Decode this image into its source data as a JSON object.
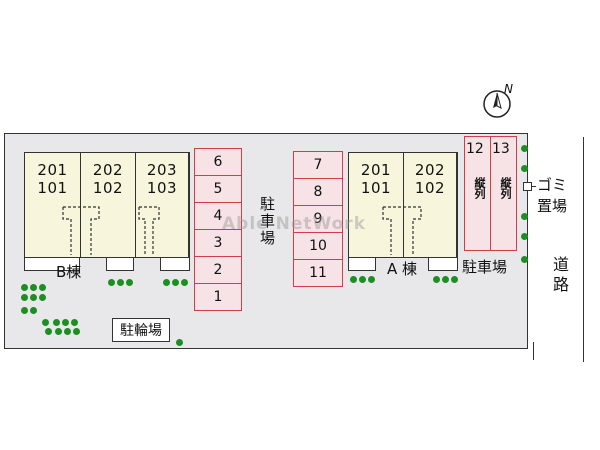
{
  "building_b": {
    "label": "B棟",
    "units": [
      {
        "upper": "201",
        "lower": "101"
      },
      {
        "upper": "202",
        "lower": "102"
      },
      {
        "upper": "203",
        "lower": "103"
      }
    ]
  },
  "building_a": {
    "label": "A 棟",
    "units": [
      {
        "upper": "201",
        "lower": "101"
      },
      {
        "upper": "202",
        "lower": "102"
      }
    ]
  },
  "parking_left": {
    "stalls": [
      "6",
      "5",
      "4",
      "3",
      "2",
      "1"
    ]
  },
  "parking_middle": {
    "stalls": [
      "7",
      "8",
      "9",
      "10",
      "11"
    ]
  },
  "parking_right": {
    "stalls": [
      {
        "number": "12",
        "note": "縦列"
      },
      {
        "number": "13",
        "note": "縦列"
      }
    ]
  },
  "labels": {
    "parking_vertical": "駐車場",
    "parking_a": "駐車場",
    "bicycle": "駐輪場",
    "garbage_line1": "ゴミ",
    "garbage_line2": "置場",
    "road": "道路",
    "north": "N"
  },
  "watermark": "Able NetWork",
  "colors": {
    "building": "#f7f6dd",
    "parking": "#d23d4c",
    "tree": "#1c8e22",
    "site": "#e8e8ea"
  }
}
